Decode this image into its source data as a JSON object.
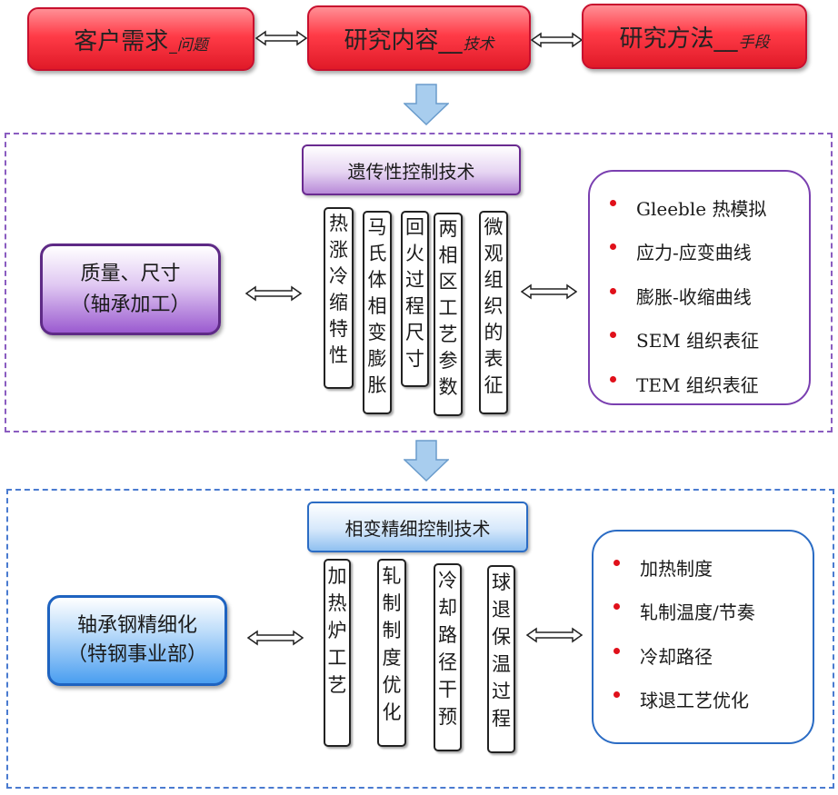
{
  "top": {
    "customer": {
      "main": "客户需求",
      "sub": "_问题"
    },
    "content": {
      "main": "研究内容__",
      "sub": "技术"
    },
    "method": {
      "main": "研究方法__",
      "sub": "手段"
    }
  },
  "section1": {
    "title": "遗传性控制技术",
    "left_lines": [
      "质量、尺寸",
      "（轴承加工）"
    ],
    "columns": [
      [
        "热",
        "涨",
        "冷",
        "缩",
        "特",
        "性"
      ],
      [
        "马",
        "氏",
        "体",
        "相",
        "变",
        "膨",
        "胀"
      ],
      [
        "回",
        "火",
        "过",
        "程",
        "尺",
        "寸"
      ],
      [
        "两",
        "相",
        "区",
        "工",
        "艺",
        "参",
        "数"
      ],
      [
        "微",
        "观",
        "组",
        "织",
        "的",
        "表",
        "征"
      ]
    ],
    "bullets": [
      "Gleeble 热模拟",
      "应力-应变曲线",
      "膨胀-收缩曲线",
      "SEM 组织表征",
      "TEM 组织表征"
    ]
  },
  "section2": {
    "title": "相变精细控制技术",
    "left_lines": [
      "轴承钢精细化",
      "（特钢事业部）"
    ],
    "columns": [
      [
        "加",
        "热",
        "炉",
        "工",
        "艺"
      ],
      [
        "轧",
        "制",
        "制",
        "度",
        "优",
        "化"
      ],
      [
        "冷",
        "却",
        "路",
        "径",
        "干",
        "预"
      ],
      [
        "球",
        "退",
        "保",
        "温",
        "过",
        "程"
      ]
    ],
    "bullets": [
      "加热制度",
      "轧制温度/节奏",
      "冷却路径",
      "球退工艺优化"
    ]
  },
  "colors": {
    "red": "#e01a28",
    "purple": "#7a3fb0",
    "blue": "#2b6cc4",
    "bullet_dot": "#e0101a",
    "arrow_fill": "#a8cdee"
  }
}
